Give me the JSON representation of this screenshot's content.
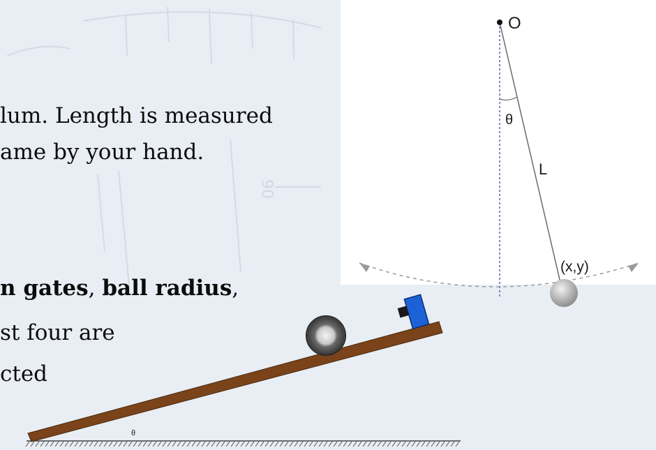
{
  "slide": {
    "line1": "lum. Length is measured",
    "line2": "ame by your hand.",
    "line3_bold_a": "n gates",
    "line3_sep": ", ",
    "line3_bold_b": "ball radius",
    "line3_end": ",",
    "line4": "st four are",
    "line5": "cted"
  },
  "pendulum": {
    "pivot_label": "O",
    "angle_label": "θ",
    "length_label": "L",
    "bob_label": "(x,y)"
  },
  "incline": {
    "angle_label": "θ"
  },
  "colors": {
    "background": "#e9eef4",
    "text": "#0c0c0c",
    "ramp": "#7a4319",
    "cart": "#1c62d6",
    "ball_outer": "#555555",
    "ball_inner": "#d8d8d8",
    "dotted_line": "#8c7ed0",
    "arc": "#9a9a9a"
  }
}
